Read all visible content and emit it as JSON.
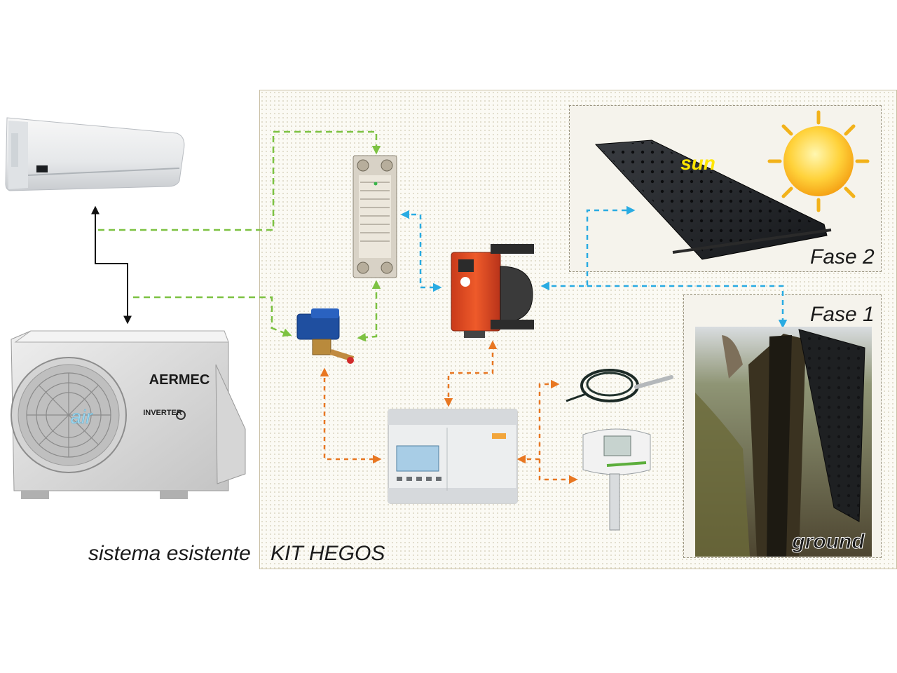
{
  "labels": {
    "existing_system": "sistema esistente",
    "kit": "KIT HEGOS",
    "phase2": "Fase 2",
    "phase1": "Fase 1",
    "sun": "sun",
    "air": "air",
    "ground": "ground"
  },
  "brand": {
    "outdoor_unit_brand": "AERMEC",
    "outdoor_unit_badge": "INVERTER"
  },
  "colors": {
    "refrigerant_line": "#7dc242",
    "water_line": "#29abe2",
    "signal_line": "#e87722",
    "existing_link": "#111111",
    "sun_label": "#ffe600",
    "air_label": "#9ed8f0"
  },
  "components": [
    "indoor-unit",
    "outdoor-unit",
    "plate-heat-exchanger",
    "solenoid-valve",
    "circulator-pump",
    "controller",
    "temperature-probe",
    "humidity-sensor",
    "solar-collector",
    "ground-exchanger"
  ]
}
